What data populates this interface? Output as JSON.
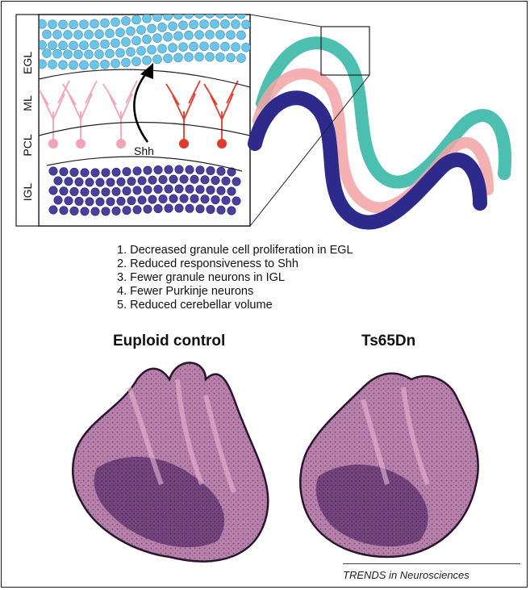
{
  "layer_labels": [
    "EGL",
    "ML",
    "PCL",
    "IGL"
  ],
  "signal_label": "Shh",
  "findings": [
    "1. Decreased granule cell proliferation in EGL",
    "2. Reduced responsiveness to Shh",
    "3. Fewer granule neurons in IGL",
    "4. Fewer Purkinje neurons",
    "5. Reduced cerebellar volume"
  ],
  "conditions": [
    {
      "label": "Euploid control"
    },
    {
      "label": "Ts65Dn"
    }
  ],
  "credit": "TRENDS in Neurosciences",
  "colors": {
    "egl_cell": "#6cc4e8",
    "purkinje_normal": "#f2a3b4",
    "purkinje_trisomic": "#e03c2c",
    "igl_cell": "#4a3f9c",
    "teal_band": "#4cbfb0",
    "navy_band": "#2e2a8c",
    "tissue_fill": "#b27aa6",
    "tissue_edge": "#2a1530"
  }
}
